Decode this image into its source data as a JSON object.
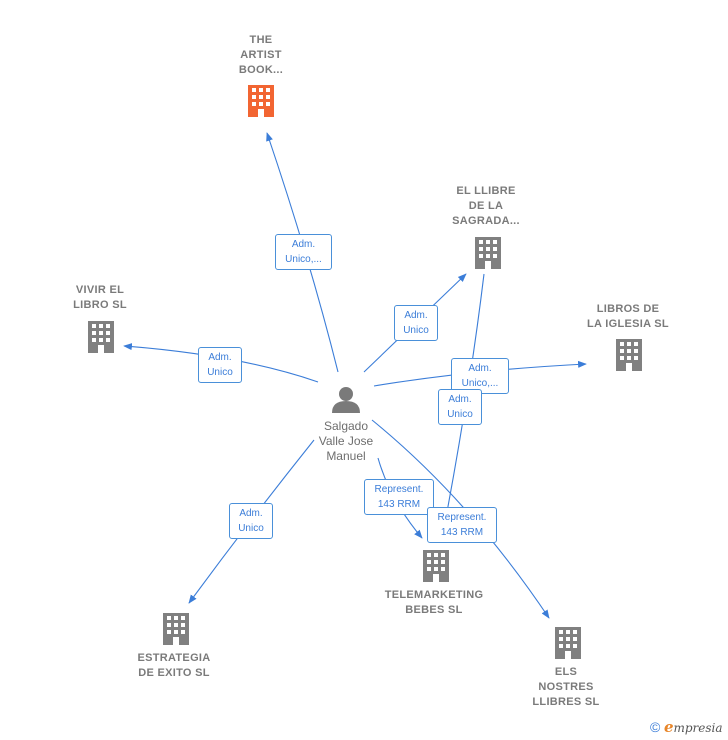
{
  "center": {
    "label": "Salgado\nValle Jose\nManuel"
  },
  "companies": [
    {
      "id": "artist",
      "label": "THE\nARTIST\nBOOK...",
      "highlight": true
    },
    {
      "id": "llibre",
      "label": "EL LLIBRE\nDE LA\nSAGRADA..."
    },
    {
      "id": "vivir",
      "label": "VIVIR EL\nLIBRO SL"
    },
    {
      "id": "iglesia",
      "label": "LIBROS DE\nLA IGLESIA  SL"
    },
    {
      "id": "tele",
      "label": "TELEMARKETING\nBEBES SL"
    },
    {
      "id": "exito",
      "label": "ESTRATEGIA\nDE EXITO  SL"
    },
    {
      "id": "nostres",
      "label": "ELS\nNOSTRES\nLLIBRES SL"
    }
  ],
  "relations": [
    {
      "id": "r-artist",
      "label": "Adm.\nUnico,..."
    },
    {
      "id": "r-llibre",
      "label": "Adm.\nUnico"
    },
    {
      "id": "r-vivir",
      "label": "Adm.\nUnico"
    },
    {
      "id": "r-iglesia",
      "label": "Adm.\nUnico,..."
    },
    {
      "id": "r-tele-adm",
      "label": "Adm.\nUnico"
    },
    {
      "id": "r-tele-rep",
      "label": "Represent.\n143 RRM"
    },
    {
      "id": "r-nostres-rep",
      "label": "Represent.\n143 RRM"
    },
    {
      "id": "r-exito",
      "label": "Adm.\nUnico"
    }
  ],
  "footer": {
    "copyright": "©",
    "brand_initial": "e",
    "brand_rest": "mpresia"
  },
  "colors": {
    "edge": "#3b7dd8",
    "building": "#808080",
    "highlight": "#f26532"
  }
}
